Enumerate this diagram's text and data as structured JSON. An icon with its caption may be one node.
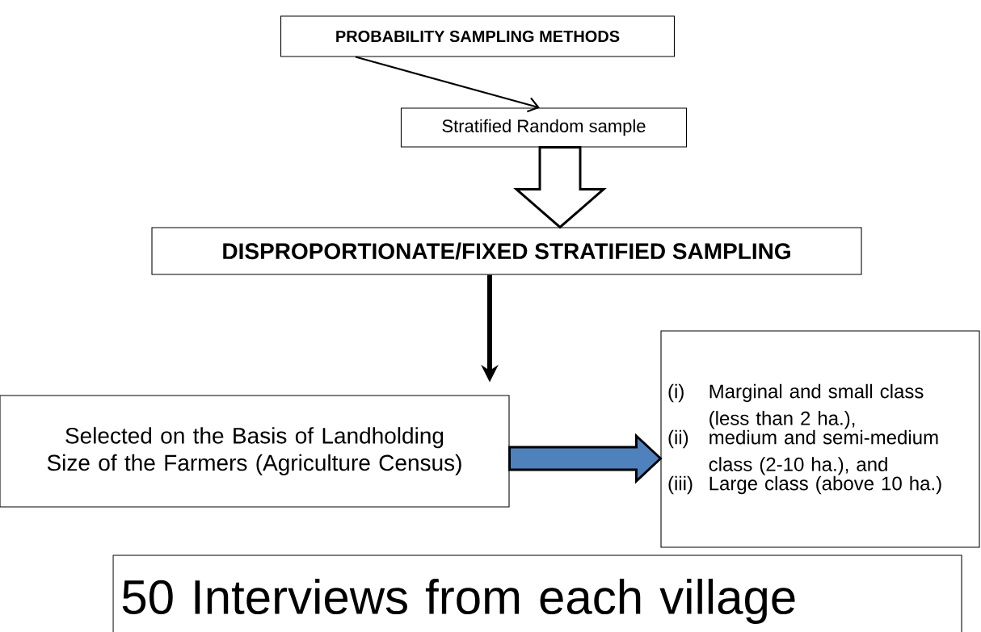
{
  "diagram": {
    "nodes": [
      {
        "text": [
          "PROBABILITY SAMPLING METHODS"
        ]
      },
      {
        "text": [
          "Stratified Random sample"
        ]
      },
      {
        "text": [
          "DISPROPORTIONATE/FIXED STRATIFIED SAMPLING"
        ]
      },
      {
        "text": [
          "Selected on the Basis of Landholding Size of the Farmers (Agriculture Census)"
        ]
      },
      {
        "text": [
          "(i)",
          "Marginal and small class (less than 2 ha.),",
          "(ii)",
          "medium and semi-medium class (2-10 ha.), and",
          "(iii)",
          "Large class (above 10 ha.)"
        ]
      },
      {
        "text": [
          "50 Interviews from each village"
        ]
      }
    ],
    "edges": [
      {
        "from": 0,
        "to": 1,
        "arrow": "to"
      },
      {
        "from": 1,
        "to": 2,
        "arrow": "to",
        "style": "thick"
      },
      {
        "from": 2,
        "to": 3,
        "arrow": "to",
        "style": "thick"
      },
      {
        "from": 3,
        "to": 4,
        "arrow": "to",
        "style": "thick",
        "color": "#4f81bd"
      }
    ]
  }
}
